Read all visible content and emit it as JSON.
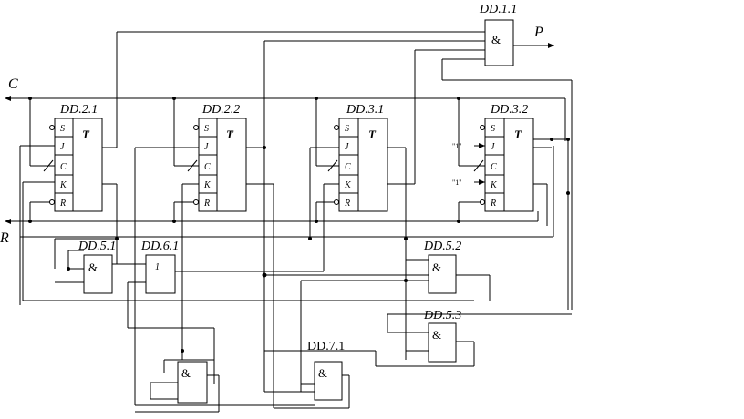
{
  "signals": {
    "clock": "C",
    "reset": "R",
    "output": "P"
  },
  "flipflops": [
    {
      "id": "ff-dd21",
      "label": "DD.2.1",
      "type": "T",
      "pins": [
        "S",
        "J",
        "C",
        "K",
        "R"
      ]
    },
    {
      "id": "ff-dd22",
      "label": "DD.2.2",
      "type": "T",
      "pins": [
        "S",
        "J",
        "C",
        "K",
        "R"
      ]
    },
    {
      "id": "ff-dd31",
      "label": "DD.3.1",
      "type": "T",
      "pins": [
        "S",
        "J",
        "C",
        "K",
        "R"
      ]
    },
    {
      "id": "ff-dd32",
      "label": "DD.3.2",
      "type": "T",
      "pins": [
        "S",
        "J",
        "C",
        "K",
        "R"
      ],
      "j_const": "\"1\"",
      "k_const": "\"1\""
    }
  ],
  "gates": [
    {
      "id": "gate-dd11",
      "label": "DD.1.1",
      "symbol": "&"
    },
    {
      "id": "gate-dd51",
      "label": "DD.5.1",
      "symbol": "&"
    },
    {
      "id": "gate-dd61",
      "label": "DD.6.1",
      "symbol": "1"
    },
    {
      "id": "gate-dd52",
      "label": "DD.5.2",
      "symbol": "&"
    },
    {
      "id": "gate-dd53",
      "label": "DD.5.3",
      "symbol": "&"
    },
    {
      "id": "gate-dd71",
      "label": "DD.7.1",
      "symbol": "&"
    },
    {
      "id": "gate-dd7x",
      "label": "",
      "symbol": "&"
    }
  ]
}
